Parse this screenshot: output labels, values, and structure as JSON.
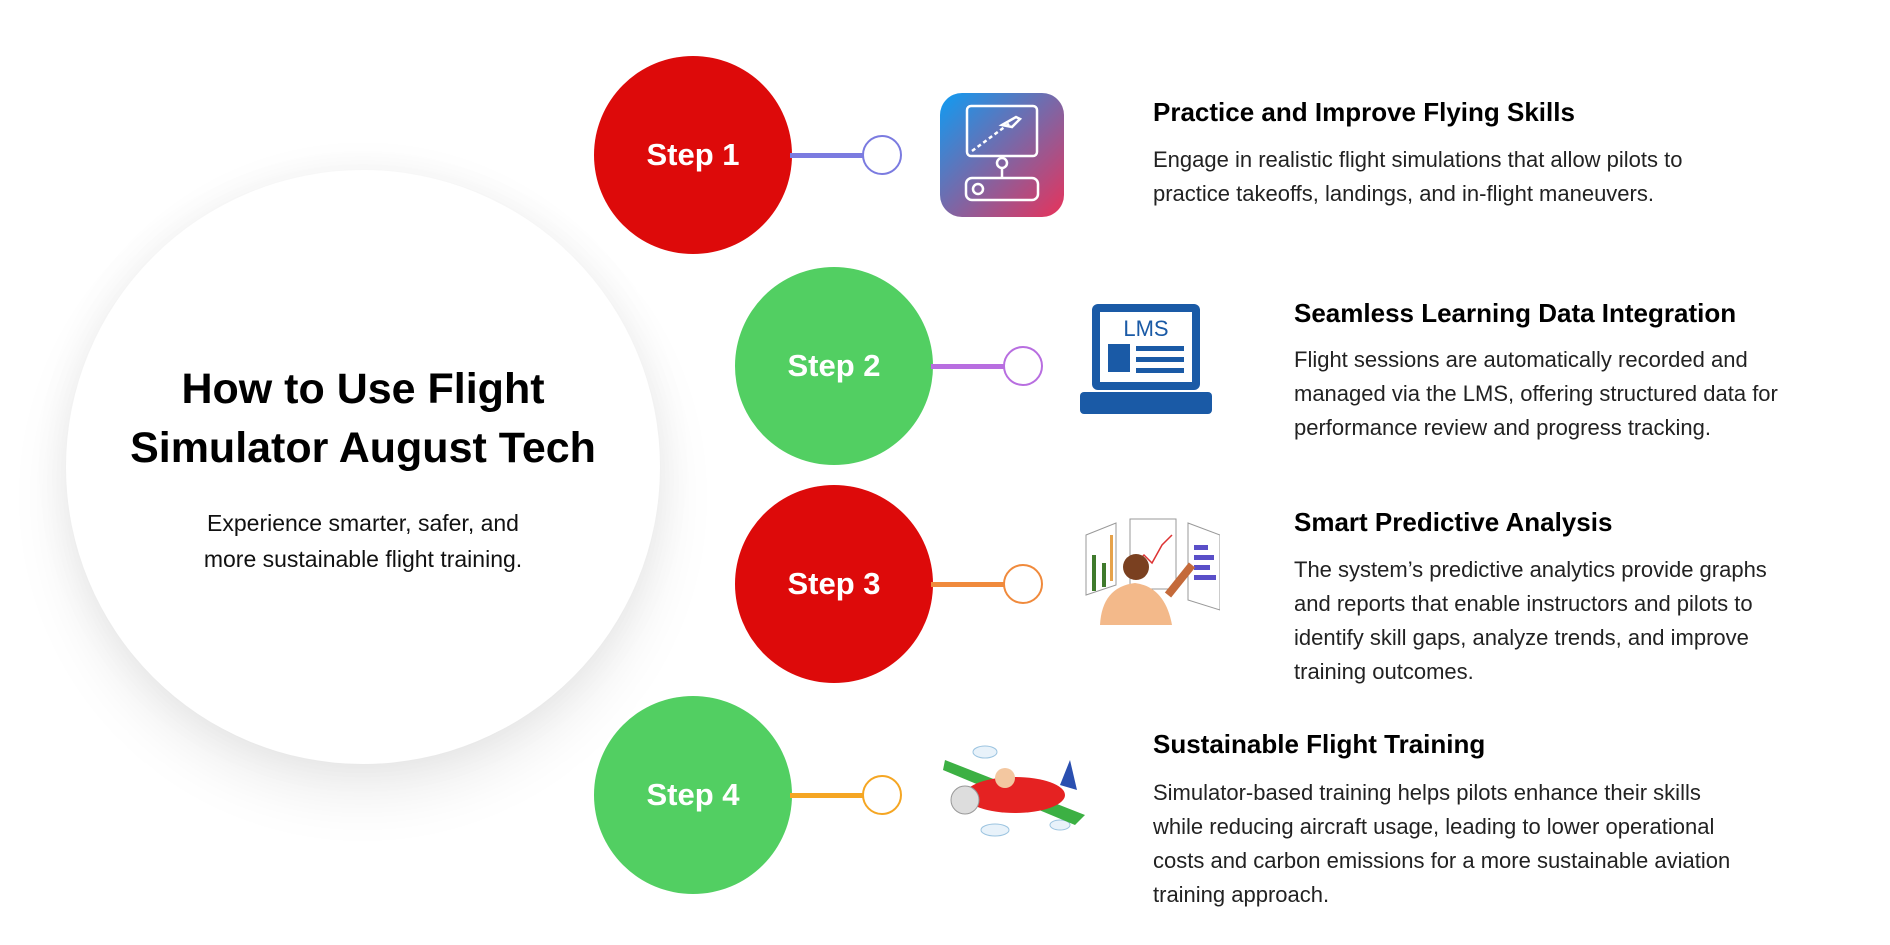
{
  "hero": {
    "title_line1": "How to Use Flight",
    "title_line2": "Simulator August Tech",
    "subtitle_line1": "Experience smarter, safer, and",
    "subtitle_line2": "more sustainable flight training."
  },
  "steps": [
    {
      "label": "Step 1",
      "color": "#dd0a0a",
      "connector": "#7b7be0",
      "icon": "flight-simulator-icon",
      "heading": "Practice and Improve Flying Skills",
      "lines": [
        "Engage in realistic flight simulations that allow pilots to",
        "practice takeoffs, landings, and in-flight maneuvers."
      ]
    },
    {
      "label": "Step 2",
      "color": "#52cf62",
      "connector": "#b86ee0",
      "icon": "lms-laptop-icon",
      "icon_text": "LMS",
      "heading": "Seamless Learning Data Integration",
      "lines": [
        "Flight sessions are automatically recorded and",
        "managed via the LMS, offering structured data for",
        "performance review and progress tracking."
      ]
    },
    {
      "label": "Step 3",
      "color": "#dd0a0a",
      "connector": "#f08a3c",
      "icon": "analytics-person-icon",
      "heading": "Smart Predictive Analysis",
      "lines": [
        "The system’s predictive analytics provide graphs",
        "and reports that enable instructors and pilots to",
        "identify skill gaps, analyze trends, and improve",
        "training outcomes."
      ]
    },
    {
      "label": "Step 4",
      "color": "#52cf62",
      "connector": "#f5a623",
      "icon": "cartoon-airplane-icon",
      "heading": "Sustainable Flight Training",
      "lines": [
        "Simulator-based training helps pilots enhance their skills",
        "while reducing aircraft usage, leading to lower operational",
        "costs and carbon emissions for a more sustainable aviation",
        "training approach."
      ]
    }
  ]
}
